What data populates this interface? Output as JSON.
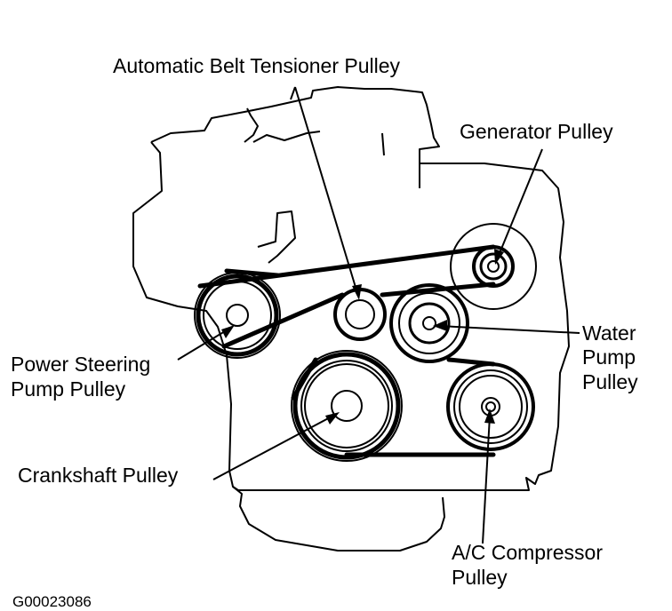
{
  "labels": {
    "tensioner": "Automatic Belt Tensioner Pulley",
    "generator": "Generator Pulley",
    "water_line1": "Water",
    "water_line2": "Pump",
    "water_line3": "Pulley",
    "power_line1": "Power Steering",
    "power_line2": "Pump Pulley",
    "crankshaft": "Crankshaft Pulley",
    "ac_line1": "A/C Compressor",
    "ac_line2": "Pulley"
  },
  "figure_code": "G00023086"
}
